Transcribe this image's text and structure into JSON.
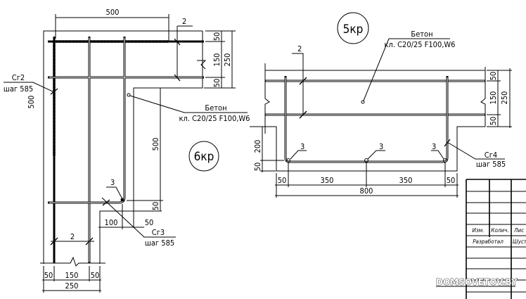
{
  "detail_6kr": {
    "mark": "6кр",
    "dim_top": "500",
    "dim_left": "500",
    "dim_right_a": "50",
    "dim_right_b": "150",
    "dim_right_c": "50",
    "dim_right_total": "250",
    "dim_inner": "500",
    "dim_inner_b": "50",
    "dim_100": "100",
    "dim_50": "50",
    "dim_bottom_a": "50",
    "dim_bottom_b": "150",
    "dim_bottom_c": "50",
    "dim_bottom_total": "250",
    "pos_2_top": "2",
    "pos_2_bottom": "2",
    "pos_3": "3",
    "cg2": "Сг2",
    "cg2_step": "шаг 585",
    "cg3": "Сг3",
    "cg3_step": "шаг 585",
    "concrete": "Бетон",
    "concrete_class": "кл. С20/25 F100,W6"
  },
  "detail_5kr": {
    "mark": "5кр",
    "concrete": "Бетон",
    "concrete_class": "кл. С20/25 F100,W6",
    "pos_2": "2",
    "pos_3": [
      "3",
      "3",
      "3"
    ],
    "cg4": "Сг4",
    "cg4_step": "шаг 585",
    "dim_right_a": "50",
    "dim_right_b": "150",
    "dim_right_c": "50",
    "dim_right_total": "250",
    "dim_left_200": "200",
    "dim_left_50": "50",
    "dim_bottom": [
      "50",
      "350",
      "350",
      "50"
    ],
    "dim_total": "800"
  },
  "title_block": {
    "izm": "Изм.",
    "kolich": "Колич.",
    "list": "Лис",
    "razrabotal": "Разработал",
    "name": "Шуст"
  },
  "watermark": "DOMSOVETOV.BY"
}
